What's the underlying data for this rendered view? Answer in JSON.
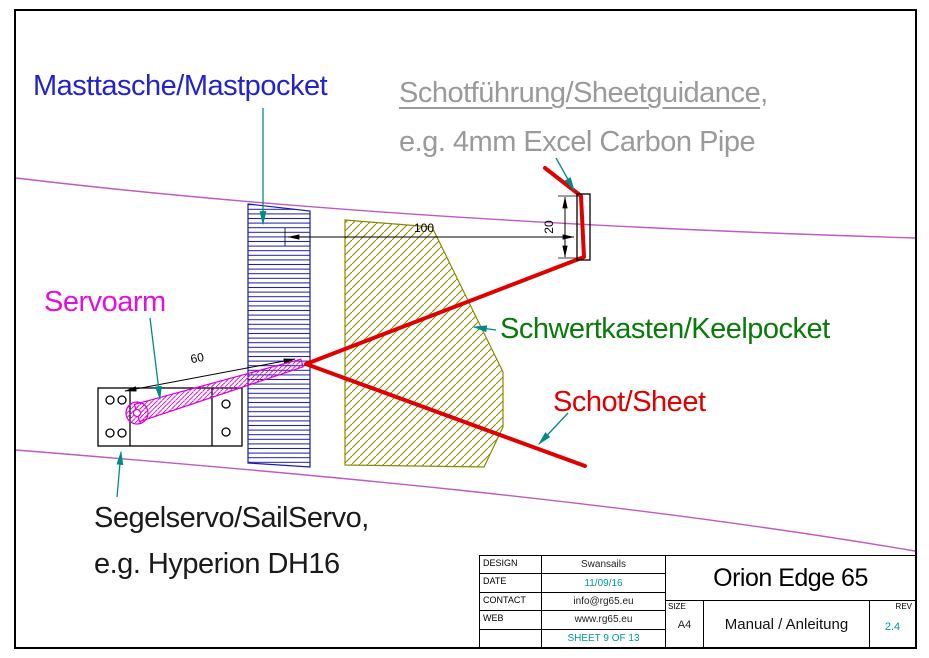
{
  "labels": {
    "mastpocket": "Masttasche/Mastpocket",
    "sheetguidance_underlined": "Schotführung/Sheetguidance",
    "sheetguidance_suffix": ",",
    "sheetguidance_line2": "e.g. 4mm Excel Carbon Pipe",
    "servoarm": "Servoarm",
    "keelpocket": "Schwertkasten/Keelpocket",
    "sheet": "Schot/Sheet",
    "sailservo_line1": "Segelservo/SailServo,",
    "sailservo_line2": "e.g. Hyperion DH16"
  },
  "dimensions": {
    "mast_to_guidance_mm": "100",
    "guidance_pipe_length_mm": "20",
    "servoarm_length_mm": "60"
  },
  "titleblock": {
    "rows": [
      {
        "label": "DESIGN",
        "value": "Swansails"
      },
      {
        "label": "DATE",
        "value": "11/09/16"
      },
      {
        "label": "CONTACT",
        "value": "info@rg65.eu"
      },
      {
        "label": "WEB",
        "value": "www.rg65.eu"
      }
    ],
    "sheet_info": "SHEET 9 OF 13",
    "title": "Orion Edge 65",
    "size_label": "SIZE",
    "size_value": "A4",
    "doc_type": "Manual / Anleitung",
    "rev_label": "REV",
    "rev_value": "2.4"
  },
  "colors": {
    "mastpocket_label": "#2323cc",
    "sheetguidance_label": "#9a9a9a",
    "servoarm_label": "#e011e0",
    "keelpocket_label": "#0a7a0a",
    "sheet_label": "#e00000",
    "hull_outline": "#bf5abf",
    "mast_hatch": "#1a1aa8",
    "keel_hatch": "#8a8a00",
    "servoarm_hatch": "#d800d8",
    "sheet_line": "#e00000",
    "leader_arrow": "#008b8b",
    "titleblock_accent": "#009898"
  }
}
